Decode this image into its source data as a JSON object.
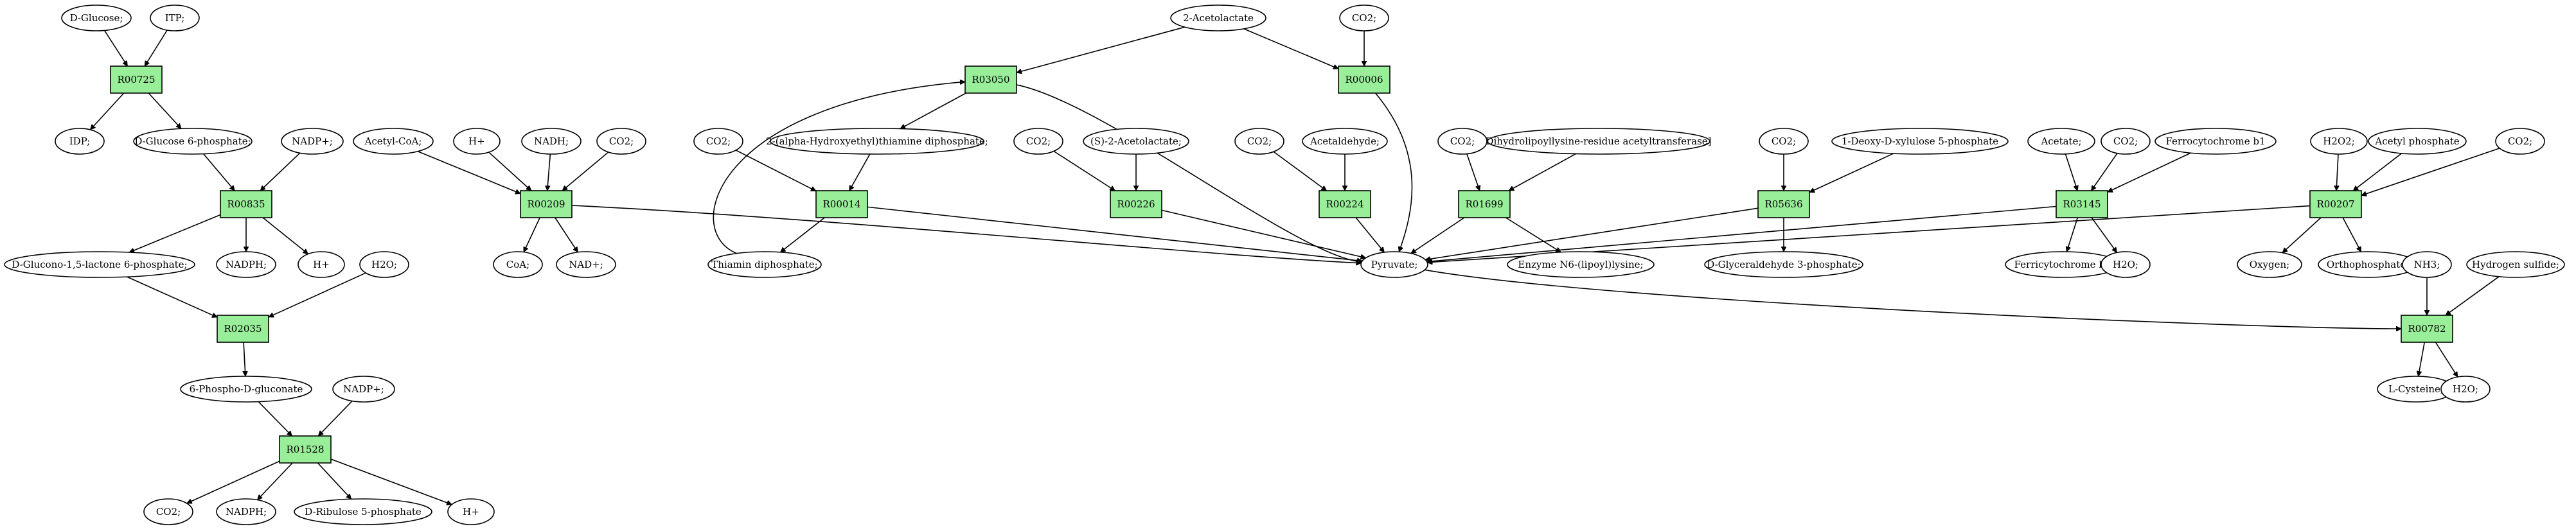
{
  "colors": {
    "reaction_fill": "#99ee99",
    "compound_fill": "#ffffff",
    "start_fill": "#00ee00",
    "target_fill": "#ffff00",
    "stroke": "#000000"
  },
  "nodes": [
    {
      "id": "n_dglucose",
      "label": "D-Glucose;",
      "type": "compound",
      "role": "start"
    },
    {
      "id": "n_itp",
      "label": "ITP;",
      "type": "compound"
    },
    {
      "id": "r_r00725",
      "label": "R00725",
      "type": "reaction"
    },
    {
      "id": "n_idp",
      "label": "IDP;",
      "type": "compound"
    },
    {
      "id": "n_dg6p",
      "label": "D-Glucose 6-phosphate;",
      "type": "compound"
    },
    {
      "id": "n_nadp1",
      "label": "NADP+;",
      "type": "compound"
    },
    {
      "id": "r_r00835",
      "label": "R00835",
      "type": "reaction"
    },
    {
      "id": "n_glucono",
      "label": "D-Glucono-1,5-lactone 6-phosphate;",
      "type": "compound"
    },
    {
      "id": "n_nadph1",
      "label": "NADPH;",
      "type": "compound"
    },
    {
      "id": "n_h1",
      "label": "H+",
      "type": "compound"
    },
    {
      "id": "n_h2o1",
      "label": "H2O;",
      "type": "compound"
    },
    {
      "id": "r_r02035",
      "label": "R02035",
      "type": "reaction"
    },
    {
      "id": "n_6pg",
      "label": "6-Phospho-D-gluconate",
      "type": "compound"
    },
    {
      "id": "n_nadp2",
      "label": "NADP+;",
      "type": "compound"
    },
    {
      "id": "r_r01528",
      "label": "R01528",
      "type": "reaction"
    },
    {
      "id": "n_co2_a",
      "label": "CO2;",
      "type": "compound"
    },
    {
      "id": "n_nadph2",
      "label": "NADPH;",
      "type": "compound"
    },
    {
      "id": "n_ribulose",
      "label": "D-Ribulose 5-phosphate",
      "type": "compound"
    },
    {
      "id": "n_h2",
      "label": "H+",
      "type": "compound"
    },
    {
      "id": "n_acetylcoa",
      "label": "Acetyl-CoA;",
      "type": "compound"
    },
    {
      "id": "n_h3",
      "label": "H+",
      "type": "compound"
    },
    {
      "id": "n_nadh",
      "label": "NADH;",
      "type": "compound"
    },
    {
      "id": "n_co2_b",
      "label": "CO2;",
      "type": "compound"
    },
    {
      "id": "r_r00209",
      "label": "R00209",
      "type": "reaction"
    },
    {
      "id": "n_coa",
      "label": "CoA;",
      "type": "compound"
    },
    {
      "id": "n_nad",
      "label": "NAD+;",
      "type": "compound"
    },
    {
      "id": "n_acetolactate",
      "label": "2-Acetolactate",
      "type": "compound"
    },
    {
      "id": "r_r03050",
      "label": "R03050",
      "type": "reaction"
    },
    {
      "id": "n_co2_top",
      "label": "CO2;",
      "type": "compound"
    },
    {
      "id": "r_r00006",
      "label": "R00006",
      "type": "reaction"
    },
    {
      "id": "n_co2_c",
      "label": "CO2;",
      "type": "compound"
    },
    {
      "id": "n_hetdp",
      "label": "2-(alpha-Hydroxyethyl)thiamine diphosphate;",
      "type": "compound"
    },
    {
      "id": "r_r00014",
      "label": "R00014",
      "type": "reaction"
    },
    {
      "id": "n_tdp",
      "label": "Thiamin diphosphate;",
      "type": "compound"
    },
    {
      "id": "n_co2_d",
      "label": "CO2;",
      "type": "compound"
    },
    {
      "id": "n_sacetolactate",
      "label": "(S)-2-Acetolactate;",
      "type": "compound"
    },
    {
      "id": "r_r00226",
      "label": "R00226",
      "type": "reaction"
    },
    {
      "id": "n_co2_e",
      "label": "CO2;",
      "type": "compound"
    },
    {
      "id": "n_acetaldehyde",
      "label": "Acetaldehyde;",
      "type": "compound"
    },
    {
      "id": "r_r00224",
      "label": "R00224",
      "type": "reaction"
    },
    {
      "id": "n_pyruvate",
      "label": "Pyruvate;",
      "type": "compound"
    },
    {
      "id": "n_co2_f",
      "label": "CO2;",
      "type": "compound"
    },
    {
      "id": "n_dihydrolipoyl",
      "label": "Dihydrolipoyllysine-residue acetyltransferase]",
      "type": "compound"
    },
    {
      "id": "r_r01699",
      "label": "R01699",
      "type": "reaction"
    },
    {
      "id": "n_enzyme",
      "label": "Enzyme N6-(lipoyl)lysine;",
      "type": "compound"
    },
    {
      "id": "n_co2_g",
      "label": "CO2;",
      "type": "compound"
    },
    {
      "id": "n_deoxyxylulose",
      "label": "1-Deoxy-D-xylulose 5-phosphate",
      "type": "compound"
    },
    {
      "id": "r_r05636",
      "label": "R05636",
      "type": "reaction"
    },
    {
      "id": "n_g3p",
      "label": "D-Glyceraldehyde 3-phosphate;",
      "type": "compound"
    },
    {
      "id": "n_acetate",
      "label": "Acetate;",
      "type": "compound"
    },
    {
      "id": "n_co2_h",
      "label": "CO2;",
      "type": "compound"
    },
    {
      "id": "n_ferro",
      "label": "Ferrocytochrome b1",
      "type": "compound"
    },
    {
      "id": "r_r03145",
      "label": "R03145",
      "type": "reaction"
    },
    {
      "id": "n_ferri",
      "label": "Ferricytochrome b1",
      "type": "compound"
    },
    {
      "id": "n_h2o2",
      "label": "H2O;",
      "type": "compound"
    },
    {
      "id": "n_h2o2_a",
      "label": "H2O2;",
      "type": "compound"
    },
    {
      "id": "n_acetylp",
      "label": "Acetyl phosphate",
      "type": "compound"
    },
    {
      "id": "n_co2_i",
      "label": "CO2;",
      "type": "compound"
    },
    {
      "id": "r_r00207",
      "label": "R00207",
      "type": "reaction"
    },
    {
      "id": "n_oxygen",
      "label": "Oxygen;",
      "type": "compound"
    },
    {
      "id": "n_orthophosphate",
      "label": "Orthophosphate;",
      "type": "compound"
    },
    {
      "id": "n_nh3",
      "label": "NH3;",
      "type": "compound"
    },
    {
      "id": "n_h2s",
      "label": "Hydrogen sulfide;",
      "type": "compound"
    },
    {
      "id": "r_r00782",
      "label": "R00782",
      "type": "reaction"
    },
    {
      "id": "n_lcysteine",
      "label": "L-Cysteine;",
      "type": "compound",
      "role": "target"
    },
    {
      "id": "n_h2o3",
      "label": "H2O;",
      "type": "compound"
    }
  ],
  "edges": [
    [
      "n_dglucose",
      "r_r00725"
    ],
    [
      "n_itp",
      "r_r00725"
    ],
    [
      "r_r00725",
      "n_idp"
    ],
    [
      "r_r00725",
      "n_dg6p"
    ],
    [
      "n_dg6p",
      "r_r00835"
    ],
    [
      "n_nadp1",
      "r_r00835"
    ],
    [
      "r_r00835",
      "n_glucono"
    ],
    [
      "r_r00835",
      "n_nadph1"
    ],
    [
      "r_r00835",
      "n_h1"
    ],
    [
      "n_glucono",
      "r_r02035"
    ],
    [
      "n_h2o1",
      "r_r02035"
    ],
    [
      "r_r02035",
      "n_6pg"
    ],
    [
      "n_6pg",
      "r_r01528"
    ],
    [
      "n_nadp2",
      "r_r01528"
    ],
    [
      "r_r01528",
      "n_co2_a"
    ],
    [
      "r_r01528",
      "n_nadph2"
    ],
    [
      "r_r01528",
      "n_ribulose"
    ],
    [
      "r_r01528",
      "n_h2"
    ],
    [
      "n_acetylcoa",
      "r_r00209"
    ],
    [
      "n_h3",
      "r_r00209"
    ],
    [
      "n_nadh",
      "r_r00209"
    ],
    [
      "n_co2_b",
      "r_r00209"
    ],
    [
      "r_r00209",
      "n_coa"
    ],
    [
      "r_r00209",
      "n_nad"
    ],
    [
      "r_r00209",
      "n_pyruvate"
    ],
    [
      "n_acetolactate",
      "r_r03050"
    ],
    [
      "n_tdp",
      "r_r03050"
    ],
    [
      "r_r03050",
      "n_hetdp"
    ],
    [
      "r_r03050",
      "n_pyruvate"
    ],
    [
      "n_acetolactate",
      "r_r00006"
    ],
    [
      "n_co2_top",
      "r_r00006"
    ],
    [
      "r_r00006",
      "n_pyruvate"
    ],
    [
      "n_co2_c",
      "r_r00014"
    ],
    [
      "n_hetdp",
      "r_r00014"
    ],
    [
      "r_r00014",
      "n_tdp"
    ],
    [
      "r_r00014",
      "n_pyruvate"
    ],
    [
      "n_co2_d",
      "r_r00226"
    ],
    [
      "n_sacetolactate",
      "r_r00226"
    ],
    [
      "r_r00226",
      "n_pyruvate"
    ],
    [
      "n_co2_e",
      "r_r00224"
    ],
    [
      "n_acetaldehyde",
      "r_r00224"
    ],
    [
      "r_r00224",
      "n_pyruvate"
    ],
    [
      "n_co2_f",
      "r_r01699"
    ],
    [
      "n_dihydrolipoyl",
      "r_r01699"
    ],
    [
      "r_r01699",
      "n_pyruvate"
    ],
    [
      "r_r01699",
      "n_enzyme"
    ],
    [
      "n_co2_g",
      "r_r05636"
    ],
    [
      "n_deoxyxylulose",
      "r_r05636"
    ],
    [
      "r_r05636",
      "n_pyruvate"
    ],
    [
      "r_r05636",
      "n_g3p"
    ],
    [
      "n_acetate",
      "r_r03145"
    ],
    [
      "n_co2_h",
      "r_r03145"
    ],
    [
      "n_ferro",
      "r_r03145"
    ],
    [
      "r_r03145",
      "n_pyruvate"
    ],
    [
      "r_r03145",
      "n_ferri"
    ],
    [
      "r_r03145",
      "n_h2o2"
    ],
    [
      "n_h2o2_a",
      "r_r00207"
    ],
    [
      "n_acetylp",
      "r_r00207"
    ],
    [
      "n_co2_i",
      "r_r00207"
    ],
    [
      "r_r00207",
      "n_pyruvate"
    ],
    [
      "r_r00207",
      "n_oxygen"
    ],
    [
      "r_r00207",
      "n_orthophosphate"
    ],
    [
      "n_pyruvate",
      "r_r00782"
    ],
    [
      "n_nh3",
      "r_r00782"
    ],
    [
      "n_h2s",
      "r_r00782"
    ],
    [
      "r_r00782",
      "n_lcysteine"
    ],
    [
      "r_r00782",
      "n_h2o3"
    ]
  ]
}
